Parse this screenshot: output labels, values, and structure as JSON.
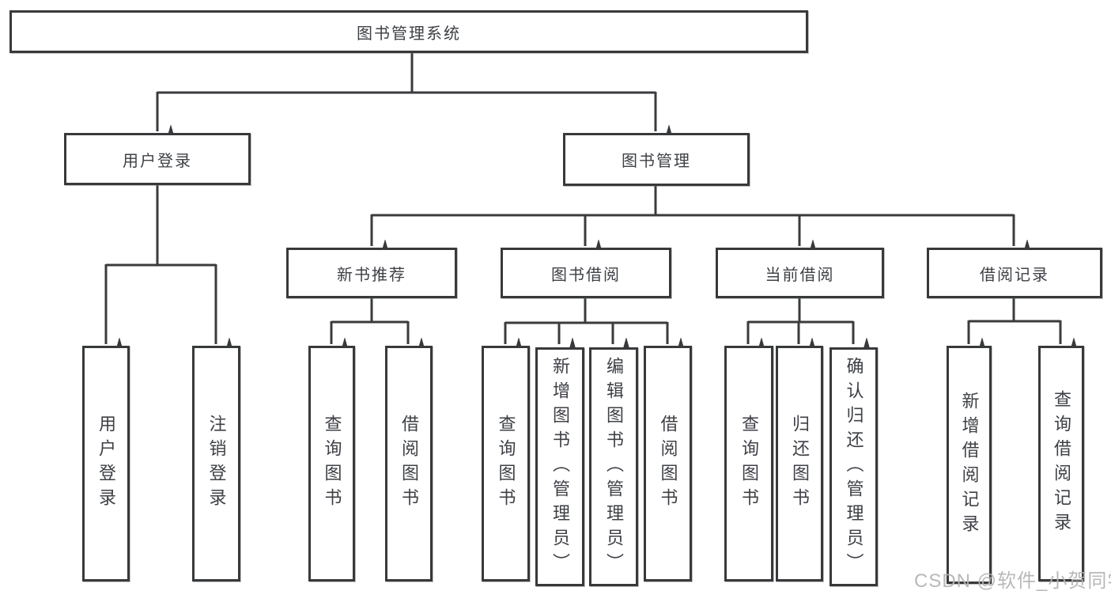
{
  "diagram_title": "图书管理系统",
  "nodes": {
    "root": "图书管理系统",
    "user_login": "用户登录",
    "book_management": "图书管理",
    "new_book_recommend": "新书推荐",
    "book_borrow": "图书借阅",
    "current_borrow": "当前借阅",
    "borrow_records": "借阅记录",
    "leaf_user_login": "用户登录",
    "leaf_logout_login": "注销登录",
    "leaf_query_book_1": "查询图书",
    "leaf_borrow_book_1": "借阅图书",
    "leaf_query_book_2": "查询图书",
    "leaf_add_book_admin": "新增图书（管理员）",
    "leaf_edit_book_admin": "编辑图书（管理员）",
    "leaf_borrow_book_2": "借阅图书",
    "leaf_query_book_3": "查询图书",
    "leaf_return_book": "归还图书",
    "leaf_confirm_return_admin": "确认归还（管理员）",
    "leaf_add_borrow_record": "新增借阅记录",
    "leaf_query_borrow_record": "查询借阅记录"
  },
  "watermark": "CSDN @软件_小贺同学",
  "colors": {
    "line": "#3a3b3d",
    "text": "#3e4045",
    "background": "#ffffff",
    "watermark": "#b3b3b3"
  }
}
